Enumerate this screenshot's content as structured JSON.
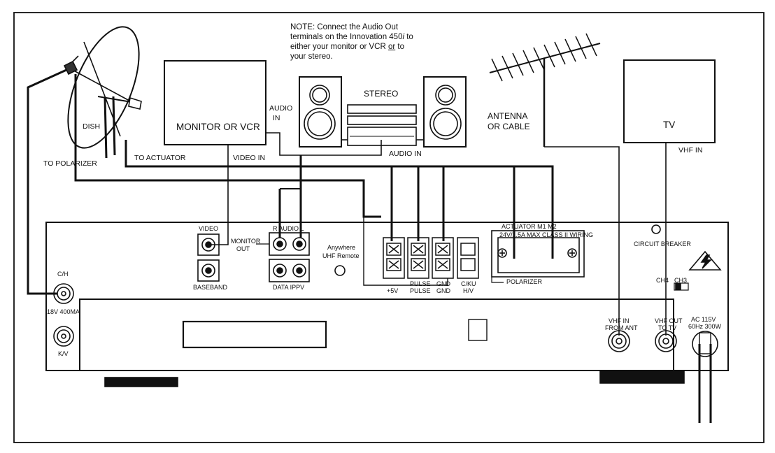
{
  "note": {
    "line1": "NOTE:  Connect the Audio Out",
    "line2a": "terminals on the Innovation 450",
    "line2_italic": "i",
    "line2b": " to",
    "line3a": "either your monitor or VCR ",
    "line3_underline": "or",
    "line3b": " to",
    "line4": "your stereo."
  },
  "devices": {
    "monitor": "MONITOR OR VCR",
    "stereo": "STEREO",
    "tv": "TV",
    "dish": "DISH",
    "antenna_line1": "ANTENNA",
    "antenna_line2": "OR CABLE"
  },
  "connections": {
    "audio_in_monitor_line1": "AUDIO",
    "audio_in_monitor_line2": "IN",
    "audio_in_stereo": "AUDIO IN",
    "video_in": "VIDEO IN",
    "vhf_in": "VHF IN",
    "to_polarizer": "TO POLARIZER",
    "to_actuator": "TO ACTUATOR"
  },
  "panel": {
    "video": "VIDEO",
    "monitor_out_line1": "MONITOR",
    "monitor_out_line2": "OUT",
    "audio_rl": "R  AUDIO  L",
    "baseband": "BASEBAND",
    "data_ippv": "DATA  IPPV",
    "anywhere_line1": "Anywhere",
    "anywhere_line2": "UHF Remote",
    "plus5v": "+5V",
    "pulse_top": "PULSE",
    "pulse": "PULSE",
    "gnd_top": "GND",
    "gnd": "GND",
    "cku_line1": "C/KU",
    "cku_line2": "H/V",
    "actuator_header": "ACTUATOR    M1    M2",
    "actuator_spec": "24V/1.5A MAX  CLASS II WIRING",
    "polarizer": "POLARIZER",
    "circuit_breaker": "CIRCUIT BREAKER",
    "ch4": "CH4",
    "ch3": "CH3",
    "ch": "C/H",
    "v18": "18V 400MA",
    "kv": "K/V",
    "vhf_in_from_ant_line1": "VHF IN",
    "vhf_in_from_ant_line2": "FROM ANT",
    "vhf_out_line1": "VHF OUT",
    "vhf_out_line2": "TO TV",
    "ac_line1": "AC 115V",
    "ac_line2": "60Hz 300W"
  }
}
